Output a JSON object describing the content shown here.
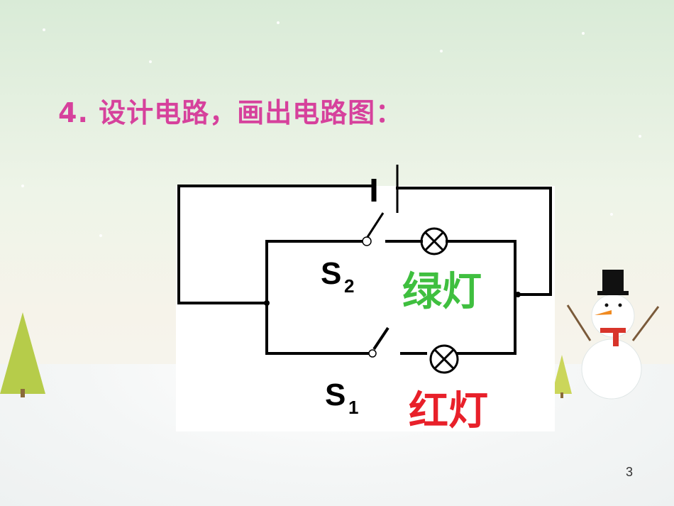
{
  "slide": {
    "title": "4. 设计电路，画出电路图：",
    "page_number": "3"
  },
  "circuit": {
    "switch_upper_label": "S",
    "switch_upper_subscript": "2",
    "switch_lower_label": "S",
    "switch_lower_subscript": "1",
    "lamp_upper_label": "绿灯",
    "lamp_lower_label": "红灯",
    "lamp_upper_color": "#3fbf3f",
    "lamp_lower_color": "#e8202a",
    "title_color": "#d6419c"
  }
}
